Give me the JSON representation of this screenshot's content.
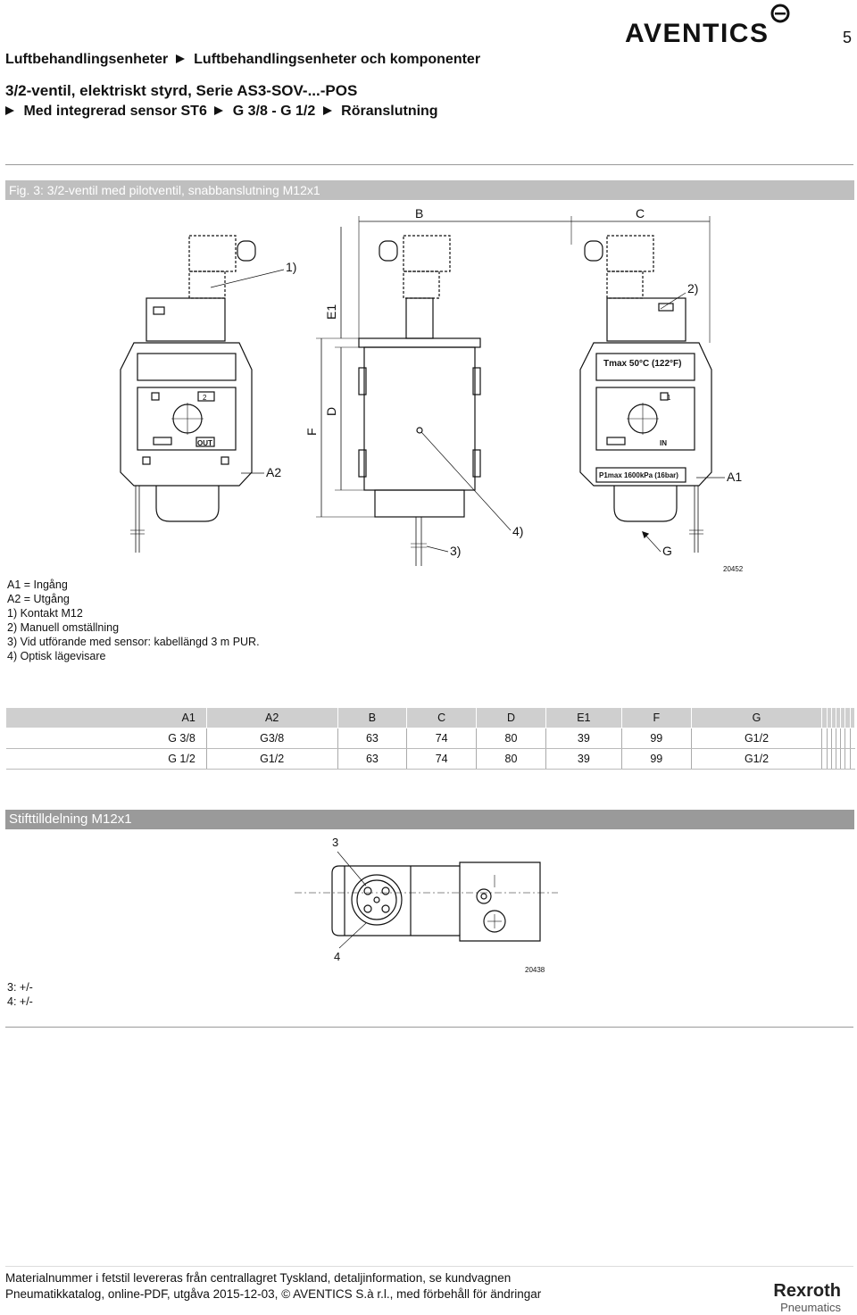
{
  "header": {
    "page_number": "5",
    "brand": "AVENTICS",
    "breadcrumb": [
      "Luftbehandlingsenheter",
      "Luftbehandlingsenheter och komponenter"
    ],
    "title": "3/2-ventil, elektriskt styrd, Serie AS3-SOV-...-POS",
    "subtitle": [
      "Med integrerad sensor ST6",
      "G 3/8 - G 1/2",
      "Röranslutning"
    ]
  },
  "figure1": {
    "caption": "Fig. 3: 3/2-ventil med pilotventil, snabbanslutning M12x1",
    "labels": {
      "B": "B",
      "C": "C",
      "E1": "E1",
      "D": "D",
      "F": "F",
      "A1": "A1",
      "A2": "A2",
      "G": "G",
      "n1": "1)",
      "n2": "2)",
      "n3": "3)",
      "n4": "4)"
    },
    "port_labels": {
      "out_num": "2",
      "out": "OUT",
      "in_num": "1",
      "in": "IN"
    },
    "plates": {
      "tmax": "Tmax 50°C (122°F)",
      "p1max": "P1max 1600kPa (16bar)"
    },
    "drawing_number": "20452"
  },
  "legend": [
    "A1 = Ingång",
    "A2 = Utgång",
    "1) Kontakt M12",
    "2) Manuell omställning",
    "3) Vid utförande med sensor: kabellängd 3 m PUR.",
    "4) Optisk lägevisare"
  ],
  "dimensions_table": {
    "headers": [
      "A1",
      "A2",
      "B",
      "C",
      "D",
      "E1",
      "F",
      "G",
      "",
      "",
      "",
      "",
      "",
      "",
      ""
    ],
    "rows": [
      [
        "G 3/8",
        "G3/8",
        "63",
        "74",
        "80",
        "39",
        "99",
        "G1/2",
        "",
        "",
        "",
        "",
        "",
        "",
        ""
      ],
      [
        "G 1/2",
        "G1/2",
        "63",
        "74",
        "80",
        "39",
        "99",
        "G1/2",
        "",
        "",
        "",
        "",
        "",
        "",
        ""
      ]
    ]
  },
  "pin_assignment": {
    "heading": "Stifttilldelning M12x1",
    "label_top": "3",
    "label_bottom": "4",
    "drawing_number": "20438",
    "pins": [
      "3: +/-",
      "4: +/-"
    ]
  },
  "footer": {
    "line1": "Materialnummer i fetstil levereras från centrallagret Tyskland, detaljinformation, se kundvagnen",
    "line2": "Pneumatikkatalog, online-PDF, utgåva 2015-12-03, © AVENTICS S.à r.l., med förbehåll för ändringar",
    "brand": "Rexroth",
    "brand_sub": "Pneumatics"
  }
}
